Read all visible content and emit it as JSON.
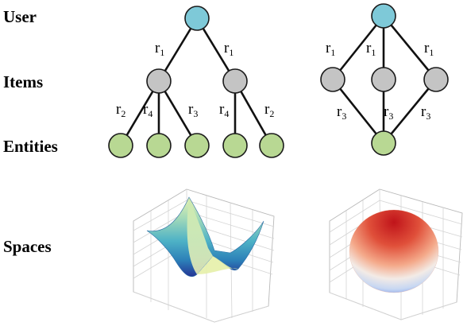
{
  "row_labels": {
    "user": "User",
    "items": "Items",
    "entities": "Entities",
    "spaces": "Spaces"
  },
  "colors": {
    "user_node": "#7ec9d8",
    "item_node": "#c4c4c4",
    "entity_node": "#b8d893",
    "node_stroke": "#1a1a1a",
    "edge": "#111111"
  },
  "tree_diagram": {
    "edges": [
      {
        "from": "user",
        "to": "item1",
        "rel": "r",
        "sub": "1"
      },
      {
        "from": "user",
        "to": "item2",
        "rel": "r",
        "sub": "1"
      },
      {
        "from": "item1",
        "to": "ent1",
        "rel": "r",
        "sub": "2"
      },
      {
        "from": "item1",
        "to": "ent2",
        "rel": "r",
        "sub": "4"
      },
      {
        "from": "item1",
        "to": "ent3",
        "rel": "r",
        "sub": "3"
      },
      {
        "from": "item2",
        "to": "ent4",
        "rel": "r",
        "sub": "4"
      },
      {
        "from": "item2",
        "to": "ent5",
        "rel": "r",
        "sub": "2"
      }
    ]
  },
  "graph_diagram": {
    "edges": [
      {
        "from": "user",
        "to": "item1",
        "rel": "r",
        "sub": "1"
      },
      {
        "from": "user",
        "to": "item2",
        "rel": "r",
        "sub": "1"
      },
      {
        "from": "user",
        "to": "item3",
        "rel": "r",
        "sub": "1"
      },
      {
        "from": "item1",
        "to": "ent1",
        "rel": "r",
        "sub": "3"
      },
      {
        "from": "item2",
        "to": "ent1",
        "rel": "r",
        "sub": "3"
      },
      {
        "from": "item3",
        "to": "ent1",
        "rel": "r",
        "sub": "3"
      }
    ]
  },
  "spaces": {
    "left_plot": "hyperbolic-saddle-surface",
    "right_plot": "spherical-surface"
  }
}
